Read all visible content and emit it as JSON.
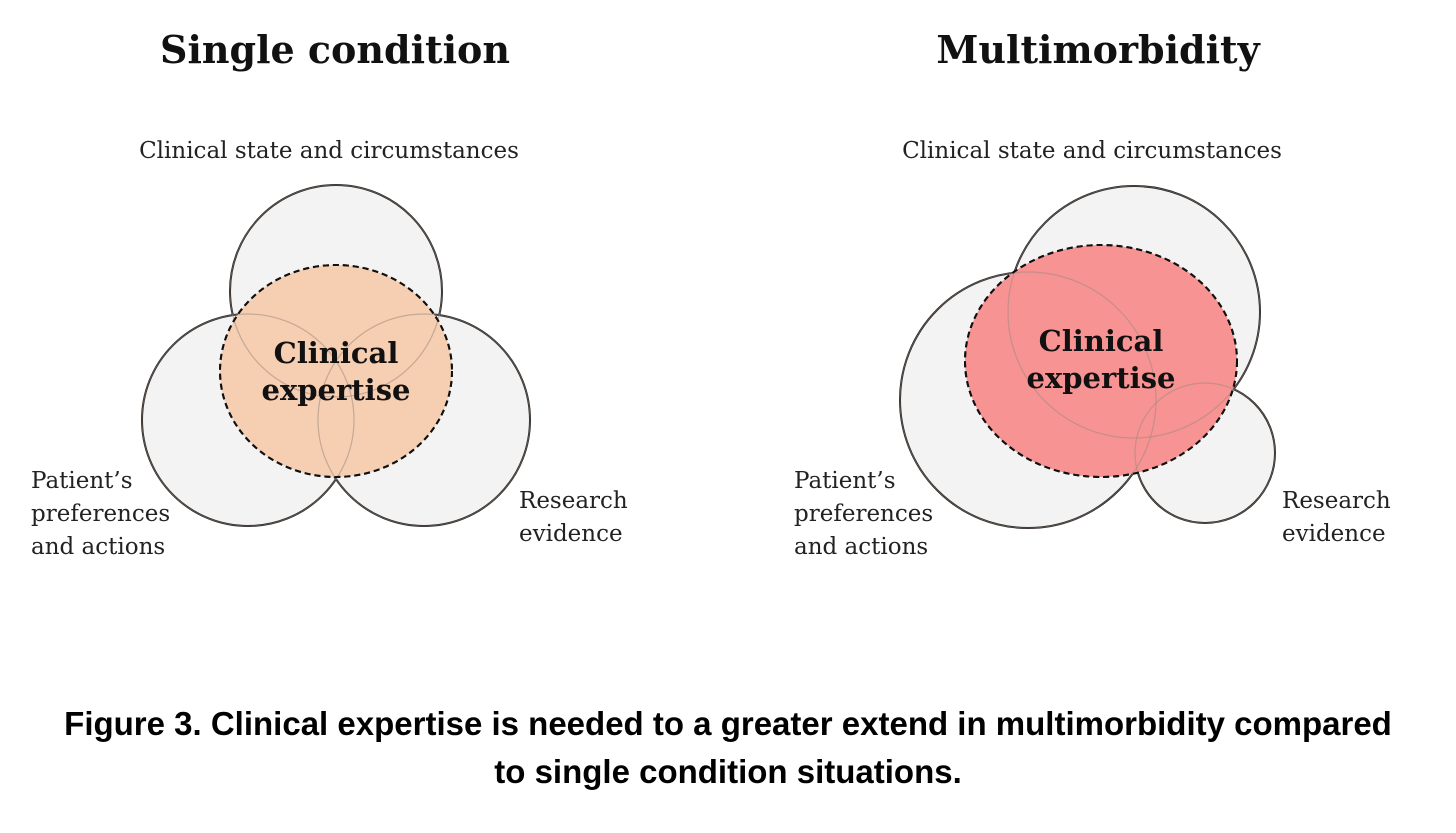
{
  "panels": {
    "single": {
      "title": "Single condition",
      "top_label": "Clinical state and circumstances",
      "left_label": [
        "Patient’s",
        "preferences",
        "and actions"
      ],
      "right_label": [
        "Research",
        "evidence"
      ],
      "center_label": [
        "Clinical",
        "expertise"
      ],
      "center_color": "#f6ceb2"
    },
    "multi": {
      "title": "Multimorbidity",
      "top_label": "Clinical state and circumstances",
      "left_label": [
        "Patient’s",
        "preferences",
        "and actions"
      ],
      "right_label": [
        "Research",
        "evidence"
      ],
      "center_label": [
        "Clinical",
        "expertise"
      ],
      "center_color": "#f89393"
    }
  },
  "colors": {
    "outer_fill": "#f3f3f3",
    "outline": "#111111"
  },
  "caption": {
    "line1": "Figure 3. Clinical expertise is needed to a greater extend in multimorbidity compared",
    "line2": "to single condition situations."
  }
}
